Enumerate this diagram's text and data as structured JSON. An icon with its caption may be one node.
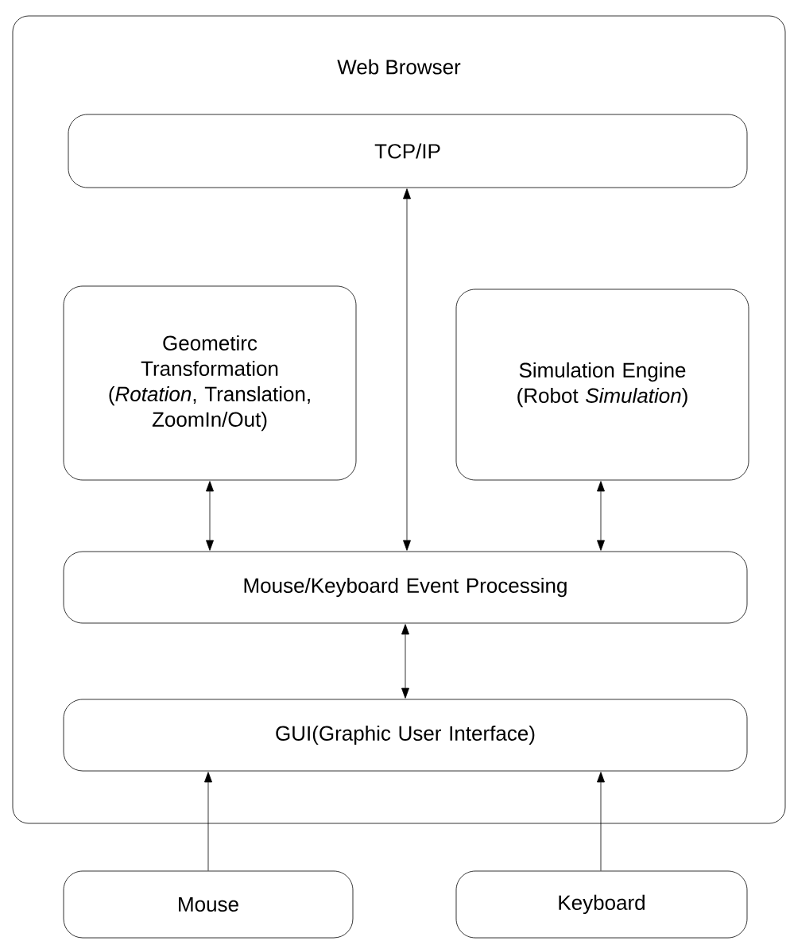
{
  "diagram": {
    "nodes": [
      {
        "text": [
          "Web Browser"
        ]
      },
      {
        "text": [
          "TCP/IP"
        ],
        "in": 0
      },
      {
        "text": [
          "Geometirc Transformation (*Rotation*, Translation, ZoomIn/Out)"
        ],
        "in": 0
      },
      {
        "text": [
          "Simulation Engine (Robot *Simulation*)"
        ],
        "in": 0
      },
      {
        "text": [
          "Mouse/Keyboard Event Processing"
        ],
        "in": 0
      },
      {
        "text": [
          "GUI(Graphic User Interface)"
        ],
        "in": 0
      },
      {
        "text": [
          "Mouse"
        ]
      },
      {
        "text": [
          "Keyboard"
        ]
      }
    ],
    "edges": [
      {
        "from": 4,
        "to": 1,
        "arrow": "both"
      },
      {
        "from": 2,
        "to": 4,
        "arrow": "both"
      },
      {
        "from": 3,
        "to": 4,
        "arrow": "both"
      },
      {
        "from": 4,
        "to": 5,
        "arrow": "both"
      },
      {
        "from": 6,
        "to": 5,
        "arrow": "to"
      },
      {
        "from": 7,
        "to": 5,
        "arrow": "to"
      }
    ]
  }
}
